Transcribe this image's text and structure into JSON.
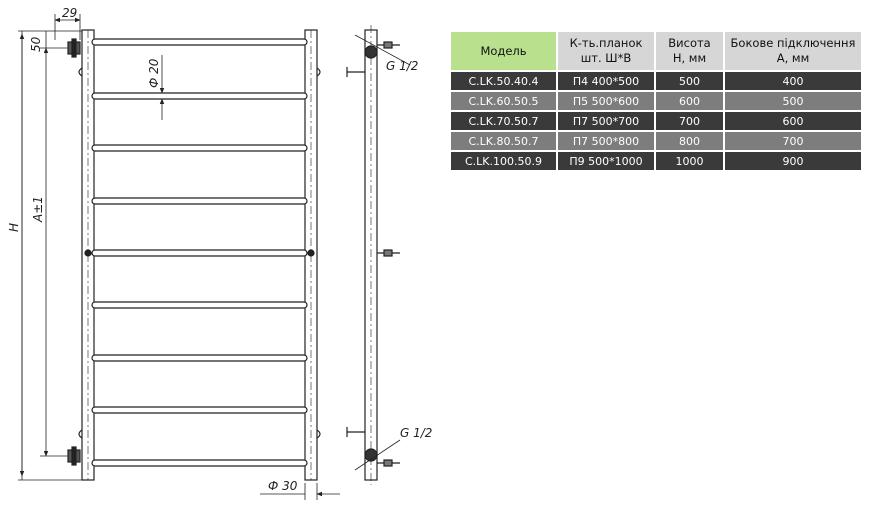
{
  "drawing": {
    "dims": {
      "top_offset": "50",
      "side_offset": "29",
      "tube_dia": "Ф 20",
      "height_total": "H",
      "height_axis": "A±1",
      "pipe_dia": "Ф 30",
      "thread_top": "G 1/2",
      "thread_bottom": "G 1/2"
    }
  },
  "table": {
    "headers": [
      "Модель",
      "К-ть.планок\nшт. Ш*В",
      "Висота\nН, мм",
      "Бокове підключення\nА, мм"
    ],
    "rows": [
      [
        "C.LK.50.40.4",
        "П4 400*500",
        "500",
        "400"
      ],
      [
        "C.LK.60.50.5",
        "П5 500*600",
        "600",
        "500"
      ],
      [
        "C.LK.70.50.7",
        "П7 500*700",
        "700",
        "600"
      ],
      [
        "C.LK.80.50.7",
        "П7 500*800",
        "800",
        "700"
      ],
      [
        "C.LK.100.50.9",
        "П9 500*1000",
        "1000",
        "900"
      ]
    ]
  },
  "colors": {
    "header_highlight": "#b8e08d",
    "header": "#d6d6d6",
    "row_dark": "#3a3a3a",
    "row_light": "#7d7d7d"
  }
}
